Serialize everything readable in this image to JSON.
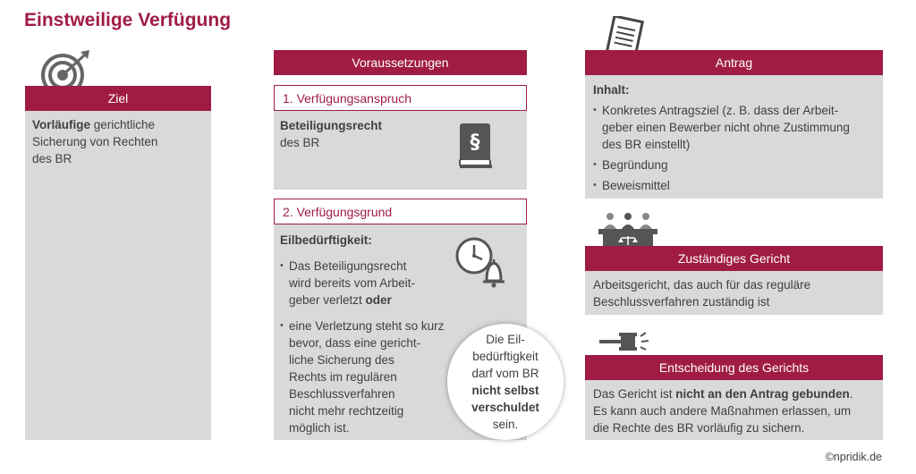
{
  "title": "Einstweilige Verfügung",
  "ziel": {
    "header": "Ziel",
    "bold": "Vorläufige",
    "text_line1": " gerichtliche",
    "text_line2": "Sicherung von Rechten",
    "text_line3": "des BR"
  },
  "voraussetzungen": {
    "header": "Voraussetzungen",
    "anspruch": {
      "subheader": "1. Verfügungsanspruch",
      "bold": "Beteiligungsrecht",
      "text": "des BR"
    },
    "grund": {
      "subheader": "2. Verfügungsgrund",
      "bold": "Eilbedürftigkeit:",
      "bullet1_line1": "Das Beteiligungsrecht",
      "bullet1_line2": "wird bereits vom Arbeit-",
      "bullet1_line3": "geber verletzt ",
      "bullet1_bold": "oder",
      "bullet2_lines": [
        "eine Verletzung steht so kurz",
        "bevor, dass eine gericht-",
        "liche Sicherung des",
        "Rechts im regulären",
        "Beschlussverfahren",
        "nicht mehr rechtzeitig",
        "möglich ist."
      ]
    },
    "bubble": {
      "line1": "Die Eil-",
      "line2": "bedürftigkeit",
      "line3": "darf vom BR",
      "bold1": "nicht selbst",
      "bold2": "verschuldet",
      "line4": "sein."
    }
  },
  "antrag": {
    "header": "Antrag",
    "inhalt": "Inhalt:",
    "item1_lines": [
      "Konkretes Antragsziel (z. B. dass der Arbeit-",
      "geber einen Bewerber nicht ohne Zustimmung",
      "des BR einstellt)"
    ],
    "item2": "Begründung",
    "item3": "Beweismittel"
  },
  "gericht": {
    "header": "Zuständiges Gericht",
    "line1": "Arbeitsgericht, das auch für das reguläre",
    "line2": "Beschlussverfahren zuständig ist"
  },
  "entscheidung": {
    "header": "Entscheidung des Gerichts",
    "line1_pre": "Das Gericht ist ",
    "line1_bold": "nicht an den Antrag gebunden",
    "line1_post": ".",
    "line2": "Es kann auch andere Maßnahmen erlassen, um",
    "line3": "die Rechte des BR vorläufig zu sichern."
  },
  "copyright": "©npridik.de",
  "colors": {
    "accent": "#a01c44",
    "panel": "#d9d9d9"
  }
}
